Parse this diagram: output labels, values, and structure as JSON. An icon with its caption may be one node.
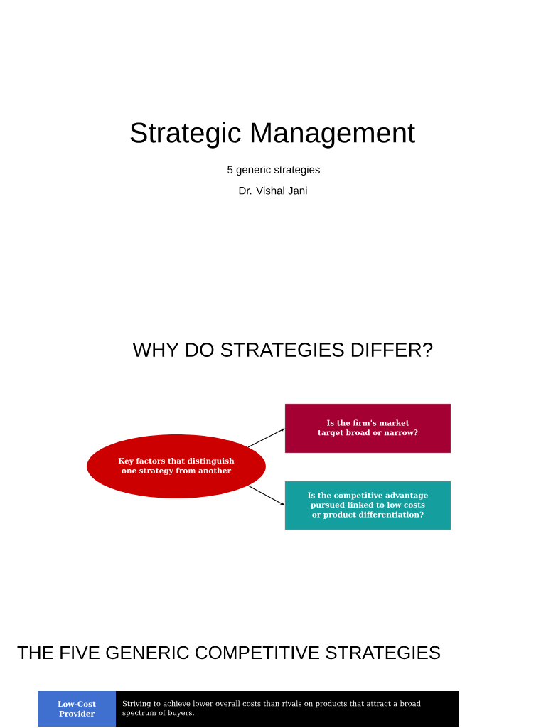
{
  "diagram": {
    "title": "Strategic Management",
    "nodes": [
      {
        "text": [
          "Key factors that distinguish one strategy from another"
        ]
      },
      {
        "text": [
          "Is the firm's market target broad or narrow?"
        ]
      },
      {
        "text": [
          "Is the competitive advantage pursued linked to low costs or product differentiation?"
        ]
      },
      {
        "text": [
          "Low-Cost Provider"
        ]
      },
      {
        "text": [
          "Striving to achieve lower overall costs than rivals on products that attract a broad spectrum of buyers."
        ]
      }
    ],
    "edges": [
      {
        "from": 0,
        "to": 1,
        "arrow": "to"
      },
      {
        "from": 0,
        "to": 2,
        "arrow": "to"
      }
    ],
    "labels": [
      "5 generic strategies",
      "Dr. Vishal Jani",
      "WHY DO STRATEGIES DIFFER?",
      "THE FIVE GENERIC COMPETITIVE STRATEGIES"
    ]
  }
}
